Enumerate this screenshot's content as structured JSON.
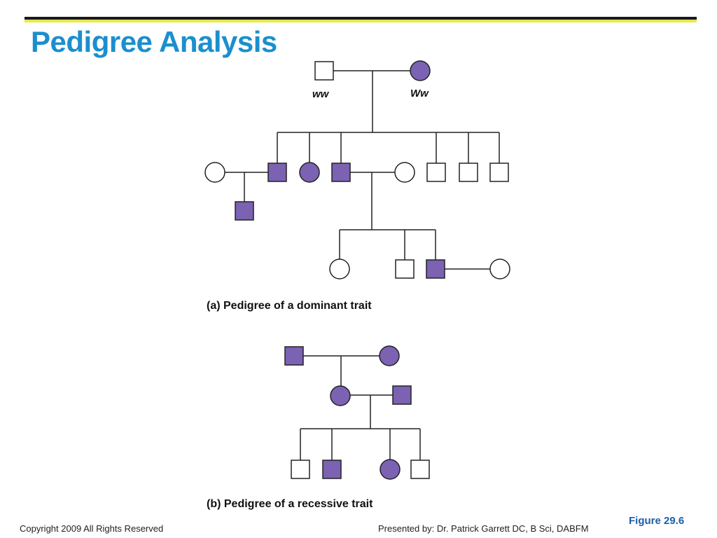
{
  "slide": {
    "title": "Pedigree Analysis",
    "figure_ref": "Figure 29.6"
  },
  "footer": {
    "copyright": "Copyright 2009 All Rights Reserved",
    "presenter": "Presented by: Dr. Patrick Garrett DC, B Sci, DABFM"
  },
  "colors": {
    "title": "#1b8fce",
    "affected": "#7b62b3",
    "unaffected": "#ffffff",
    "accent_bar": "#e8e84a"
  },
  "panel_a": {
    "caption": "(a) Pedigree of a dominant trait",
    "genotypes": {
      "father": "ww",
      "mother": "Ww"
    },
    "generation_1": [
      {
        "sex": "male",
        "affected": false
      },
      {
        "sex": "female",
        "affected": true
      }
    ],
    "generation_2_children": [
      {
        "sex": "male",
        "affected": true
      },
      {
        "sex": "female",
        "affected": true
      },
      {
        "sex": "male",
        "affected": true
      },
      {
        "sex": "male",
        "affected": false
      },
      {
        "sex": "male",
        "affected": false
      },
      {
        "sex": "male",
        "affected": false
      }
    ],
    "generation_2_spouses": [
      {
        "sex": "female",
        "affected": false
      },
      {
        "sex": "female",
        "affected": false
      }
    ],
    "generation_3": [
      {
        "sex": "male",
        "affected": true
      },
      {
        "sex": "female",
        "affected": false
      },
      {
        "sex": "male",
        "affected": false
      },
      {
        "sex": "male",
        "affected": true
      }
    ],
    "generation_3_spouses": [
      {
        "sex": "female",
        "affected": false
      }
    ]
  },
  "panel_b": {
    "caption": "(b) Pedigree of a recessive trait",
    "generation_1": [
      {
        "sex": "male",
        "affected": true
      },
      {
        "sex": "female",
        "affected": true
      }
    ],
    "generation_2": [
      {
        "sex": "female",
        "affected": true
      },
      {
        "sex": "male",
        "affected": true
      }
    ],
    "generation_3": [
      {
        "sex": "male",
        "affected": false
      },
      {
        "sex": "male",
        "affected": true
      },
      {
        "sex": "female",
        "affected": true
      },
      {
        "sex": "male",
        "affected": false
      }
    ]
  }
}
